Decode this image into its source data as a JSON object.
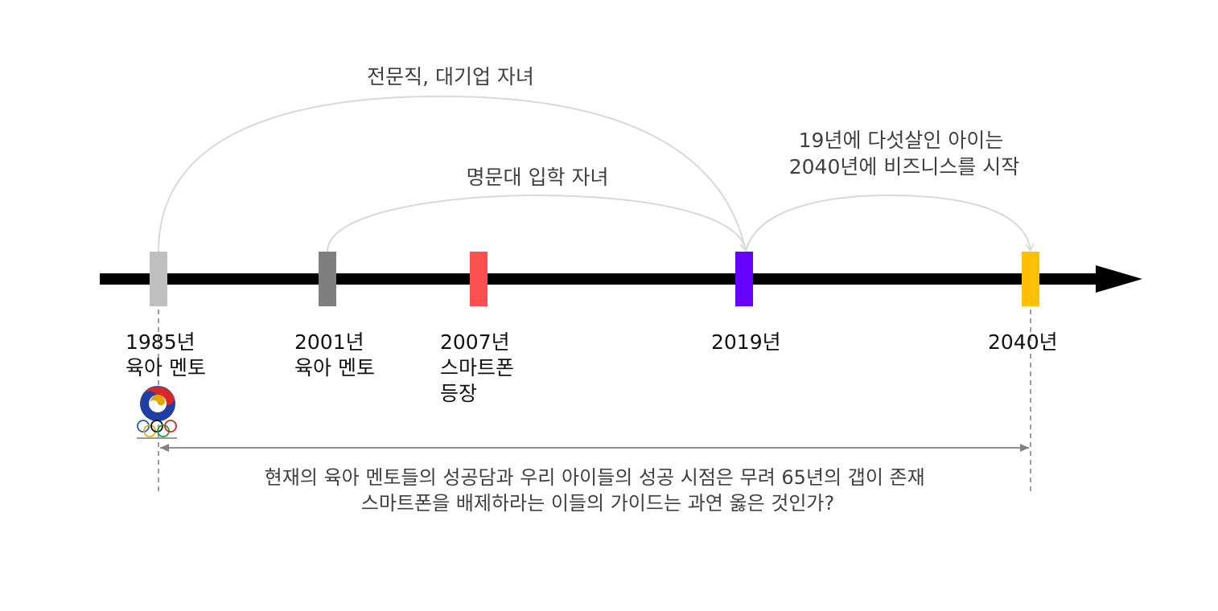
{
  "arcs": [
    {
      "label_lines": [
        "전문직, 대기업 자녀"
      ]
    },
    {
      "label_lines": [
        "명문대 입학 자녀"
      ]
    },
    {
      "label_lines": [
        "19년에 다섯살인 아이는",
        "2040년에 비즈니스를 시작"
      ]
    }
  ],
  "events": [
    {
      "lines": [
        "1985년",
        "육아 멘토"
      ],
      "color": "#bfbfbf"
    },
    {
      "lines": [
        "2001년",
        "육아 멘토"
      ],
      "color": "#7f7f7f"
    },
    {
      "lines": [
        "2007년",
        "스마트폰",
        "등장"
      ],
      "color": "#ff5050"
    },
    {
      "lines": [
        "2019년"
      ],
      "color": "#6600ff"
    },
    {
      "lines": [
        "2040년"
      ],
      "color": "#ffc000"
    }
  ],
  "logo": {
    "icon": "seoul-olympics-emblem-icon"
  },
  "note": {
    "lines": [
      "현재의 육아 멘토들의 성공담과 우리 아이들의 성공 시점은 무려 65년의 갭이 존재",
      "스마트폰을 배제하라는 이들의 가이드는 과연 옳은 것인가?"
    ]
  }
}
